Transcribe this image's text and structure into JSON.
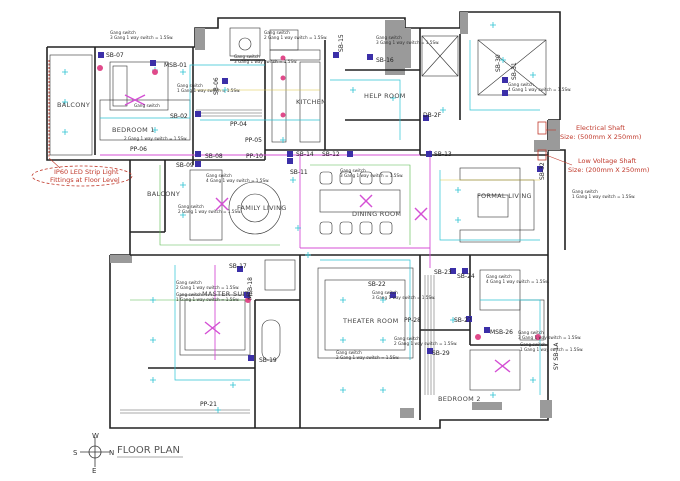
{
  "title": "FLOOR PLAN",
  "compass": {
    "north": "N",
    "south": "S",
    "east": "E",
    "west": "W"
  },
  "rooms": {
    "bedroom1": "BEDROOM 1",
    "balcony_small": "BALCONY",
    "balcony": "BALCONY",
    "kitchen": "KITCHEN",
    "help_room": "HELP ROOM",
    "family_living": "FAMILY LIVING",
    "dining_room": "DINING ROOM",
    "formal_living": "FORMAL LIVING",
    "master_suite": "MASTER SUITE",
    "theater_room": "THEATER ROOM",
    "bedroom2": "BEDROOM 2"
  },
  "panels": {
    "msb01": "MSB-01",
    "sb07": "SB-07",
    "sb06": "SB-06",
    "sb02": "SB-02",
    "sb09": "SB-09",
    "sb08": "SB-08",
    "sb11": "SB-11",
    "sb14": "SB-14",
    "sb15": "SB-15",
    "sb16": "SB-16",
    "sb12": "SB-12",
    "sb13": "SB-13",
    "db2f": "DB-2F",
    "sb30": "SB-30",
    "sb31": "SB-31",
    "sb32": "SB-32",
    "sb23": "SB-23",
    "sb24": "SB-24",
    "sb22": "SB-22",
    "sb17": "SB-17",
    "msb18": "MSB-18",
    "sb19": "SB-19",
    "sb29": "SB-29",
    "sb27": "SB-27",
    "msb26": "MSB-26"
  },
  "pp": {
    "pp04": "PP-04",
    "pp05": "PP-05",
    "pp06": "PP-06",
    "pp10": "PP-10",
    "pp28": "PP-28",
    "pp21": "PP-21"
  },
  "notes": {
    "led_line1": "IP60 LED Strip Light",
    "led_line2": "Fittings at Floor Level",
    "elec_shaft_line1": "Electrical Shaft",
    "elec_shaft_line2": "Size: (500mm X 250mm)",
    "lv_shaft_line1": "Low Voltage Shaft",
    "lv_shaft_line2": "Size: (200mm X 250mm)",
    "vertical_note": "SY SB-1A"
  },
  "gang": {
    "g1_a": "Gang switch",
    "g1_b": "3 Gang 1 way switch = 1.5Sw.",
    "g2_a": "Gang switch",
    "g2_b": "3 Gang 1 way switch = 1.5Sw.",
    "g3_a": "Gang switch",
    "g3_b": "1 Gang 1 way switch = 1.5Sw.",
    "g4_a": "Gang switch",
    "g4_b": "2 Gang 1 way switch = 1.5Sw.",
    "g5_a": "Gang switch",
    "g5_b": "3 Gang 1 way switch = 1.5Sw.",
    "g6_a": "Gang switch",
    "g6_b": "2 Gang 1 way switch = 1.5Sw.",
    "g7_a": "Gang switch",
    "g7_b": "4 Gang 1 way switch = 1.5Sw.",
    "g8_a": "Gang switch",
    "g8_b": "3 Gang 1 way switch = 1.5Sw.",
    "g9_a": "Gang switch",
    "g9_b": "2 Gang 1 way switch = 1.5Sw.",
    "g10_a": "Gang switch",
    "g10_b": "4 Gang 1 way switch = 1.5Sw.",
    "g11_a": "Gang switch",
    "g11_b": "1 Gang 1 way switch = 1.5Sw.",
    "g12_a": "Gang switch",
    "g12_b": "2 Gang 1 way switch = 1.5Sw.",
    "g13_a": "Gang switch",
    "g13_b": "1 Gang 1 way switch = 1.5Sw.",
    "g14_a": "Gang switch",
    "g14_b": "2 Gang 1 way switch = 1.5Sw.",
    "g15_a": "Gang switch",
    "g15_b": "2 Gang 1 way switch = 1.5Sw.",
    "g16_a": "Gang switch",
    "g16_b": "3 Gang 1 way switch = 1.5Sw.",
    "g17_a": "Gang switch",
    "g17_b": "1 Gang 1 way switch = 1.5Sw.",
    "g18_a": "Gang switch",
    "g18_b": "4 Gang 1 way switch = 1.5Sw.",
    "g19_a": "Gang switch",
    "g19_b": "3 Gang 1 way switch = 1.5Sw."
  }
}
